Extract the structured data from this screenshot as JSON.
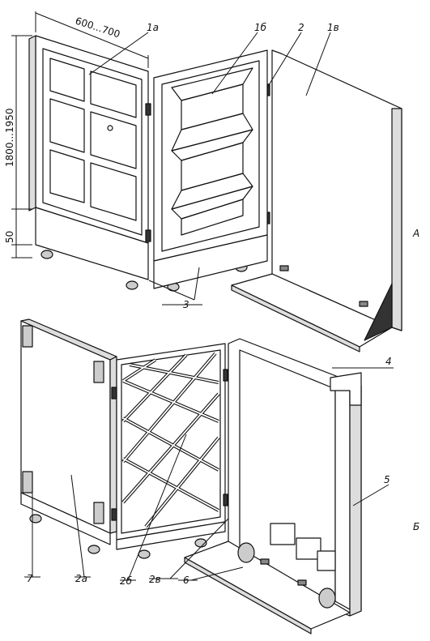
{
  "dimensions": {
    "width_range": "600...700",
    "height_range": "1800...1950",
    "base_height": "50"
  },
  "labels": {
    "l_1a": "1а",
    "l_1b": "1б",
    "l_1v": "1в",
    "l_2": "2",
    "l_3": "3",
    "l_4": "4",
    "l_5": "5",
    "l_6": "6",
    "l_7": "7",
    "l_2a": "2а",
    "l_2b": "2б",
    "l_2v": "2в"
  },
  "views": {
    "view_a": "А",
    "view_b": "Б"
  }
}
